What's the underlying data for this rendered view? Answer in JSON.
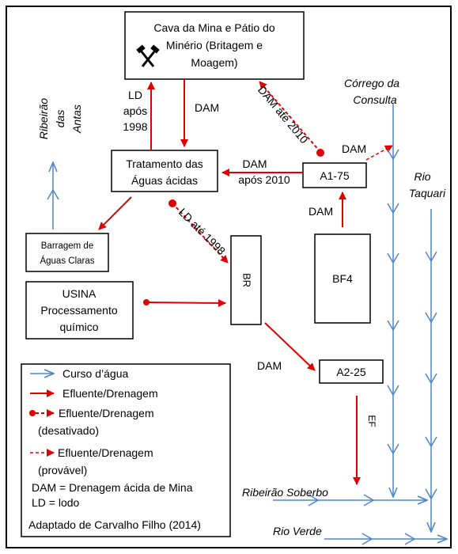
{
  "colors": {
    "frame": "#000000",
    "stream": "#4f86c6",
    "effluent": "#e00000",
    "background": "#ffffff"
  },
  "nodes": {
    "mine_pit": [
      "Cava da Mina e Pátio do",
      "Minério (Britagem e",
      "Moagem)"
    ],
    "treatment": [
      "Tratamento das",
      "Águas ácidas"
    ],
    "clear_dam": [
      "Barragem de",
      "Águas Claras"
    ],
    "plant": [
      "USINA",
      "Processamento",
      "químico"
    ],
    "br": "BR",
    "bf4": "BF4",
    "a1_75": "A1-75",
    "a2_25": "A2-25"
  },
  "icons": {
    "mine_pit": "crossed-hammers-icon"
  },
  "labels": {
    "ld_after_1998": [
      "LD",
      "após",
      "1998"
    ],
    "dam_down": "DAM",
    "dam_until_2010": "DAM até 2010",
    "dam_after_2010": [
      "DAM",
      "após 2010"
    ],
    "dam_probable": "DAM",
    "dam_up": "DAM",
    "ld_until_1998": "LD até 1998",
    "dam_br_a2": "DAM",
    "ef": "EF"
  },
  "streams": {
    "ribeirao_antas": [
      "Ribeirão",
      "das",
      "Antas"
    ],
    "corrego_consulta": [
      "Córrego da",
      "Consulta"
    ],
    "rio_taquari": [
      "Rio",
      "Taquari"
    ],
    "ribeirao_soberbo": "Ribeirão Soberbo",
    "rio_verde": "Rio Verde"
  },
  "legend": {
    "watercourse": "Curso d’água",
    "effluent": "Efluente/Drenagem",
    "effluent_deactivated": [
      "Efluente/Drenagem",
      "(desativado)"
    ],
    "effluent_probable": [
      "Efluente/Drenagem",
      "(provável)"
    ],
    "dam_def": "DAM = Drenagem ácida de Mina",
    "ld_def": "LD = lodo",
    "source": "Adaptado de Carvalho Filho (2014)"
  }
}
